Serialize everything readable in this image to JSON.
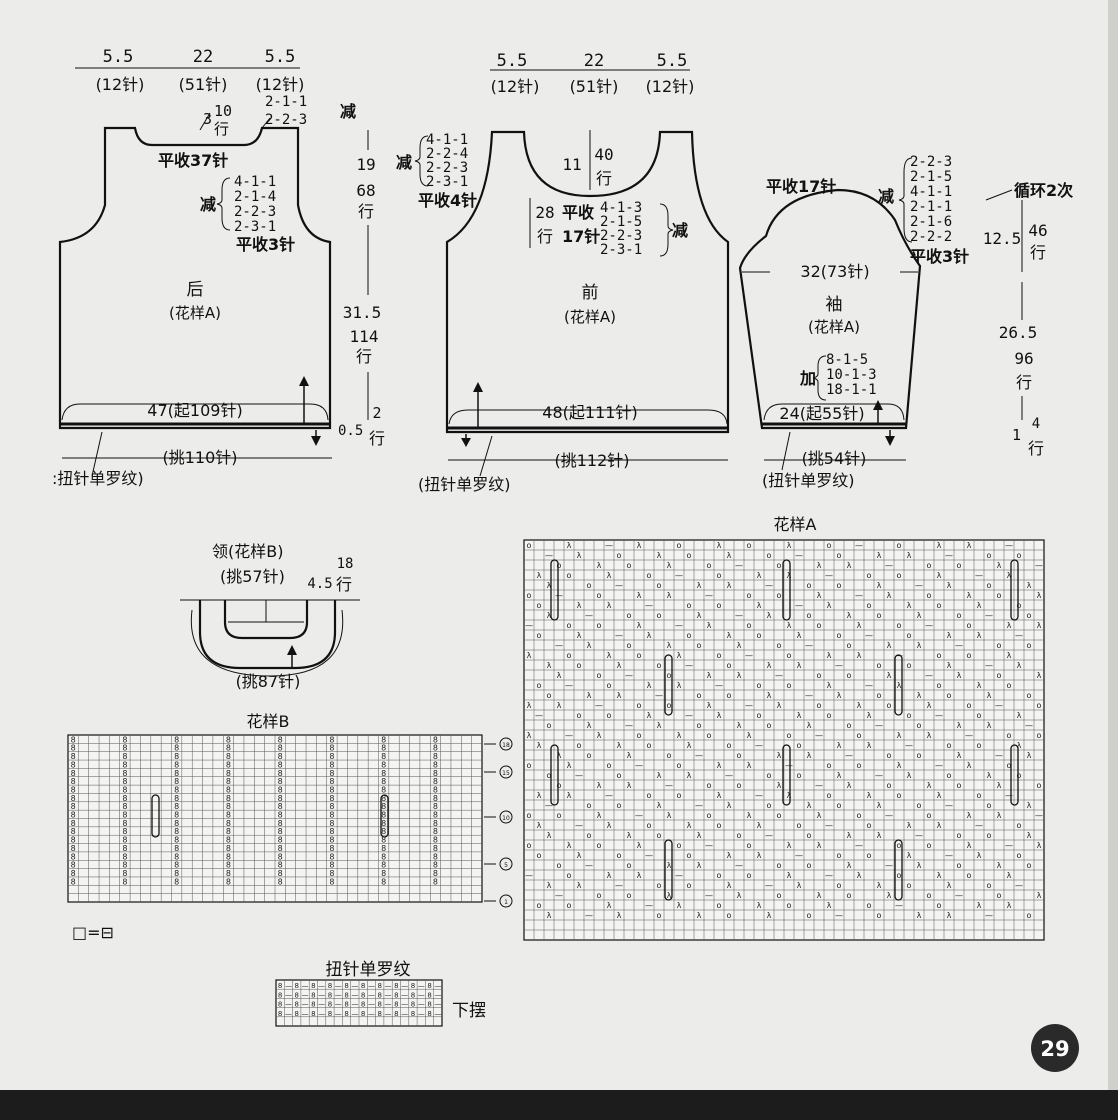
{
  "back": {
    "top_left": "5.5",
    "top_mid": "22",
    "top_right": "5.5",
    "top_left_st": "(12针)",
    "top_mid_st": "(51针)",
    "top_right_st": "(12针)",
    "neck_h": "3",
    "neck_rows": "10",
    "neck_rows_unit": "行",
    "neck_dec_1": "2-1-1",
    "neck_dec_2": "2-2-3",
    "neck_dec_label": "减",
    "bind_neck": "平收37针",
    "arm_dec_label": "减",
    "arm_dec": [
      "4-1-1",
      "2-1-4",
      "2-2-3",
      "2-3-1"
    ],
    "bind_arm": "平收3针",
    "name": "后",
    "pattern": "(花样A)",
    "width": "47(起109针)",
    "pickup": "(挑110针)",
    "rib": "扭针单罗纹",
    "h1": "19",
    "h1_rows": "68",
    "h1_unit": "行",
    "h2": "31.5",
    "h2_rows": "114",
    "h2_unit": "行",
    "h3": "0.5",
    "h3_rows": "2",
    "h3_unit": "行"
  },
  "front": {
    "top_left": "5.5",
    "top_mid": "22",
    "top_right": "5.5",
    "top_left_st": "(12针)",
    "top_mid_st": "(51针)",
    "top_right_st": "(12针)",
    "side_dec_label": "减",
    "side_dec": [
      "4-1-1",
      "2-2-4",
      "2-2-3",
      "2-3-1"
    ],
    "bind_side": "平收4针",
    "neck_h": "11",
    "neck_rows": "40",
    "neck_rows_unit": "行",
    "inner_h": "28",
    "inner_unit": "行",
    "inner_bind": "平收",
    "inner_bind_n": "17针",
    "inner_dec": [
      "4-1-3",
      "2-1-5",
      "2-2-3",
      "2-3-1"
    ],
    "inner_dec_label": "减",
    "name": "前",
    "pattern": "(花样A)",
    "width": "48(起111针)",
    "pickup": "(挑112针)",
    "rib": "(扭针单罗纹)"
  },
  "sleeve": {
    "bind_top": "平收17针",
    "dec_label": "减",
    "dec": [
      "2-2-3",
      "2-1-5",
      "4-1-1",
      "2-1-1",
      "2-1-6",
      "2-2-2"
    ],
    "repeat": "循环2次",
    "bind_side": "平收3针",
    "cap_h": "12.5",
    "cap_rows": "46",
    "cap_unit": "行",
    "width": "32(73针)",
    "name": "袖",
    "pattern": "(花样A)",
    "inc_label": "加",
    "inc": [
      "8-1-5",
      "10-1-3",
      "18-1-1"
    ],
    "body_h": "26.5",
    "body_rows": "96",
    "body_unit": "行",
    "cuff_h": "1",
    "cuff_rows": "4",
    "cuff_unit": "行",
    "cast": "24(起55针)",
    "pickup": "(挑54针)",
    "rib": "(扭针单罗纹)"
  },
  "collar": {
    "title": "领(花样B)",
    "pickup_top": "(挑57针)",
    "h": "4.5",
    "rows": "18",
    "unit": "行",
    "pickup_bottom": "(挑87针)"
  },
  "pattern_a": {
    "title": "花样A"
  },
  "pattern_b": {
    "title": "花样B",
    "legend_sym": "□=⊟",
    "row_marks": [
      "18",
      "15",
      "10",
      "5",
      "1"
    ]
  },
  "rib_chart": {
    "title": "扭针单罗纹",
    "hem": "下摆"
  },
  "page_number": "29"
}
